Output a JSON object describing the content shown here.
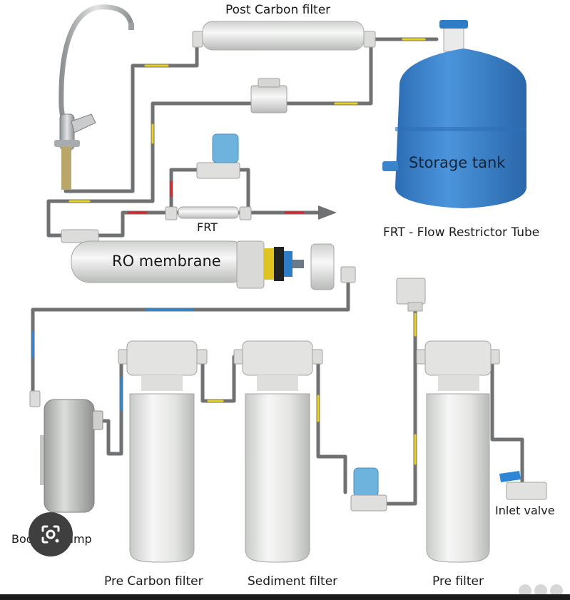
{
  "labels": {
    "post_carbon": "Post Carbon filter",
    "storage": "Storage tank",
    "frt": "FRT",
    "frt_desc": "FRT - Flow  Restrictor Tube",
    "ro": "RO membrane",
    "inlet": "Inlet valve",
    "booster": "Booster pump",
    "pre_carbon": "Pre Carbon filter",
    "sediment": "Sediment filter",
    "pre_filter": "Pre filter"
  },
  "colors": {
    "pipe": "#6f7173",
    "tank": "#3f85cf",
    "housing": "#e8e9e7",
    "flow_yellow": "#e8d21e",
    "flow_red": "#d8262b",
    "flow_blue": "#2f86d6",
    "solenoid_cap": "#6db3dd",
    "lens_bg": "#3f3f3f"
  },
  "icons": {
    "lens": "lens-search-icon"
  }
}
